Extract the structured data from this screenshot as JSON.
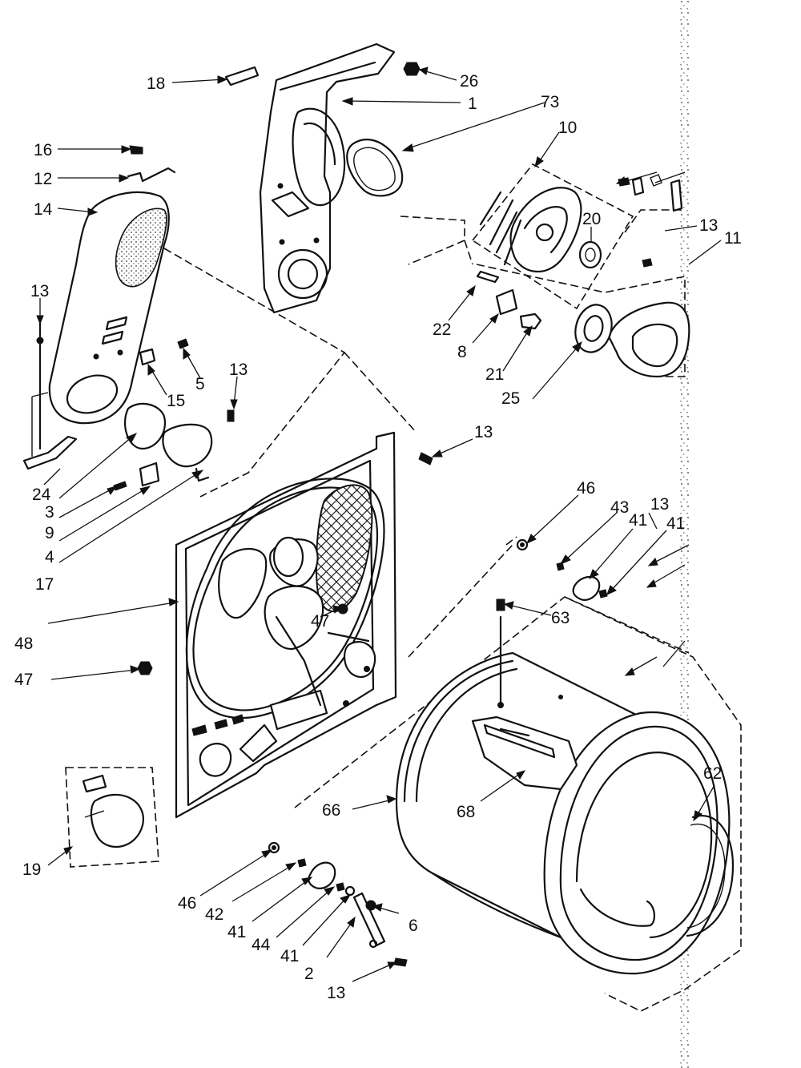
{
  "diagram": {
    "callouts": [
      {
        "id": "c18",
        "text": "18"
      },
      {
        "id": "c26",
        "text": "26"
      },
      {
        "id": "c1",
        "text": "1"
      },
      {
        "id": "c73",
        "text": "73"
      },
      {
        "id": "c10",
        "text": "10"
      },
      {
        "id": "c16",
        "text": "16"
      },
      {
        "id": "c12",
        "text": "12"
      },
      {
        "id": "c14",
        "text": "14"
      },
      {
        "id": "c13a",
        "text": "13"
      },
      {
        "id": "c11",
        "text": "11"
      },
      {
        "id": "c20",
        "text": "20"
      },
      {
        "id": "c13b",
        "text": "13"
      },
      {
        "id": "c22",
        "text": "22"
      },
      {
        "id": "c8",
        "text": "8"
      },
      {
        "id": "c21",
        "text": "21"
      },
      {
        "id": "c25",
        "text": "25"
      },
      {
        "id": "c5",
        "text": "5"
      },
      {
        "id": "c15",
        "text": "15"
      },
      {
        "id": "c13c",
        "text": "13"
      },
      {
        "id": "c24",
        "text": "24"
      },
      {
        "id": "c3",
        "text": "3"
      },
      {
        "id": "c9",
        "text": "9"
      },
      {
        "id": "c4",
        "text": "4"
      },
      {
        "id": "c17",
        "text": "17"
      },
      {
        "id": "c13d",
        "text": "13"
      },
      {
        "id": "c46a",
        "text": "46"
      },
      {
        "id": "c43",
        "text": "43"
      },
      {
        "id": "c13e",
        "text": "13"
      },
      {
        "id": "c41a",
        "text": "41"
      },
      {
        "id": "c41b",
        "text": "41"
      },
      {
        "id": "c63",
        "text": "63"
      },
      {
        "id": "c48",
        "text": "48"
      },
      {
        "id": "c47a",
        "text": "47"
      },
      {
        "id": "c47b",
        "text": "47"
      },
      {
        "id": "c62",
        "text": "62"
      },
      {
        "id": "c66",
        "text": "66"
      },
      {
        "id": "c68",
        "text": "68"
      },
      {
        "id": "c19",
        "text": "19"
      },
      {
        "id": "c46b",
        "text": "46"
      },
      {
        "id": "c42",
        "text": "42"
      },
      {
        "id": "c41c",
        "text": "41"
      },
      {
        "id": "c44",
        "text": "44"
      },
      {
        "id": "c41d",
        "text": "41"
      },
      {
        "id": "c6",
        "text": "6"
      },
      {
        "id": "c2",
        "text": "2"
      },
      {
        "id": "c13f",
        "text": "13"
      }
    ]
  }
}
